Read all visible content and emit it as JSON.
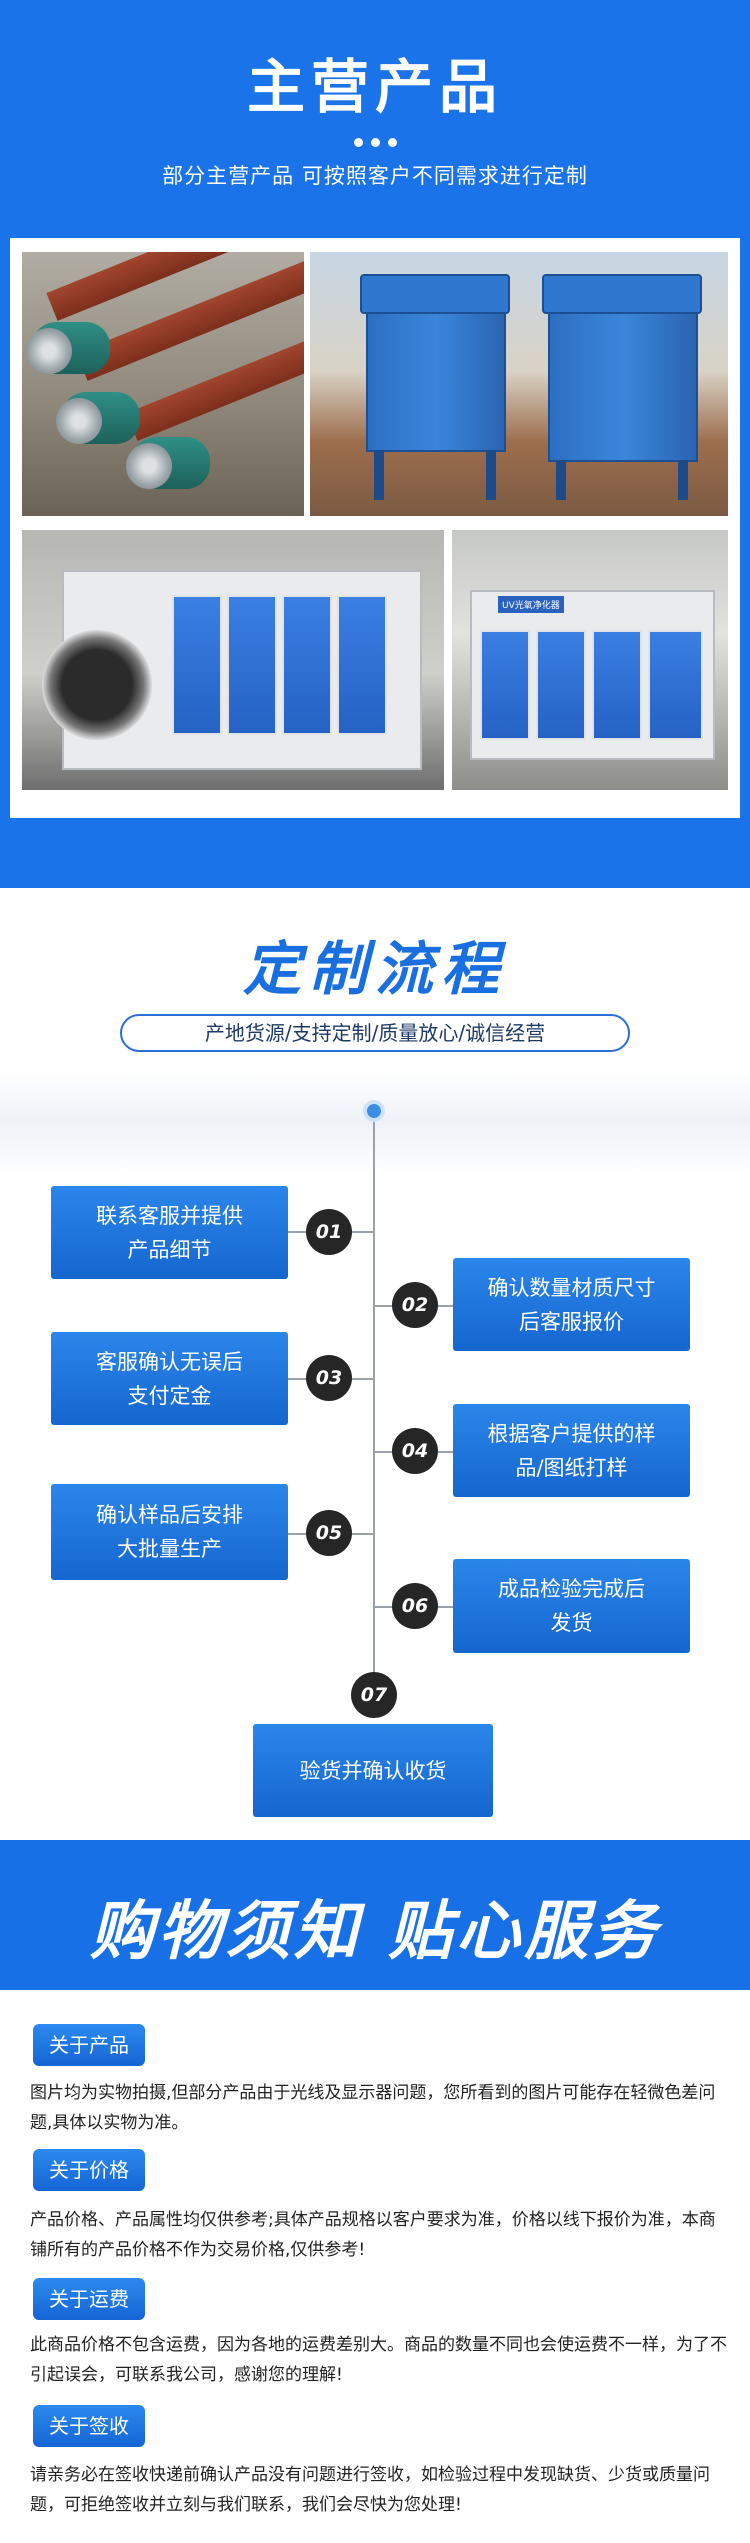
{
  "products": {
    "title": "主营产品",
    "subtitle": "部分主营产品  可按照客户不同需求进行定制"
  },
  "process": {
    "title": "定制流程",
    "tagline": "产地货源/支持定制/质量放心/诚信经营",
    "steps": [
      {
        "num": "01",
        "text": "联系客服并提供\n产品细节"
      },
      {
        "num": "02",
        "text": "确认数量材质尺寸\n后客服报价"
      },
      {
        "num": "03",
        "text": "客服确认无误后\n支付定金"
      },
      {
        "num": "04",
        "text": "根据客户提供的样\n品/图纸打样"
      },
      {
        "num": "05",
        "text": "确认样品后安排\n大批量生产"
      },
      {
        "num": "06",
        "text": "成品检验完成后\n发货"
      },
      {
        "num": "07",
        "text": "验货并确认收货"
      }
    ]
  },
  "notice": {
    "title": "购物须知  贴心服务",
    "items": [
      {
        "label": "关于产品",
        "text": "图片均为实物拍摄,但部分产品由于光线及显示器问题，您所看到的图片可能存在轻微色差问题,具体以实物为准。"
      },
      {
        "label": "关于价格",
        "text": "产品价格、产品属性均仅供参考;具体产品规格以客户要求为准，价格以线下报价为准，本商铺所有的产品价格不作为交易价格,仅供参考!"
      },
      {
        "label": "关于运费",
        "text": "此商品价格不包含运费，因为各地的运费差别大。商品的数量不同也会使运费不一样，为了不引起误会，可联系我公司，感谢您的理解!"
      },
      {
        "label": "关于签收",
        "text": "请亲务必在签收快递前确认产品没有问题进行签收，如检验过程中发现缺货、少货或质量问题，可拒绝签收并立刻与我们联系，我们会尽快为您处理!"
      }
    ]
  },
  "colors": {
    "brand_blue": "#1a73e8",
    "step_blue": "#1d74de",
    "number_dark": "#262626"
  },
  "images": {
    "photo1": "screw-conveyor-photo",
    "photo2": "dust-collector-photo",
    "photo3": "purification-box-photo",
    "photo4": "uv-purifier-photo"
  }
}
